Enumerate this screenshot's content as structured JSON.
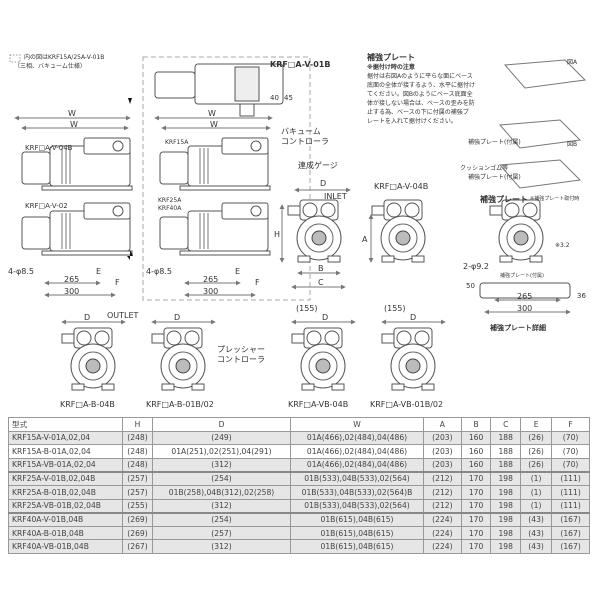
{
  "legend": {
    "line1": "内の図はKRF15A/25A-V-01B",
    "line2": "（三相、バキューム仕様）"
  },
  "labels": {
    "v01b": "KRF□A-V-01B",
    "v04b": "KRF□A-V-04B",
    "v02": "KRF□A-V-02",
    "krf15a": "KRF15A",
    "krf25a": "KRF25A",
    "krf40a": "KRF40A",
    "v04b_front": "KRF□A-V-04B",
    "vacuum_controller_1": "バキューム",
    "vacuum_controller_2": "コントローラ",
    "compound_gauge": "連成ゲージ",
    "inlet": "INLET",
    "outlet": "OUTLET",
    "pressure_controller_1": "プレッシャー",
    "pressure_controller_2": "コントローラ",
    "b04b": "KRF□A-B-04B",
    "b01b02": "KRF□A-B-01B/02",
    "vb04b": "KRF□A-VB-04B",
    "vb01b02": "KRF□A-VB-01B/02"
  },
  "dims": {
    "W": "W",
    "D": "D",
    "H": "H",
    "A": "A",
    "B": "B",
    "C": "C",
    "E": "E",
    "F": "F",
    "d40": "40",
    "d45": "45",
    "hole": "4-φ8.5",
    "d265": "265",
    "d300": "300",
    "d155": "(155)",
    "plate_hole": "2-φ9.2",
    "d50": "50",
    "d36": "36",
    "d3_2": "※3.2"
  },
  "plate_note": {
    "title": "補強プレート",
    "subtitle": "※据付け時の注意",
    "body": [
      "据付は右図Aのように平らな面にベース",
      "底面の全体が接するよう、水平に据付け",
      "てください。図Bのようにベース底面全",
      "体が接しない場合は、ベースの歪みを防",
      "止する為、ベースの下に付属の補強プ",
      "レートを入れて据付けください。"
    ],
    "figA": "図A",
    "figB": "図B",
    "plate_attached": "補強プレート(付属)",
    "cushion": "クッションゴム等",
    "plate_attached2": "補強プレート(付属)",
    "plate_title": "補強プレート",
    "plate_title_note": "※補強プレート取付時",
    "plate_attached3": "補強プレート(付属)",
    "detail": "補強プレート詳細"
  },
  "table": {
    "headers": [
      "型式",
      "H",
      "D",
      "W",
      "A",
      "B",
      "C",
      "E",
      "F"
    ],
    "rows": [
      [
        "KRF15A-V-01A,02,04",
        "(248)",
        "(249)",
        "01A(466),02(484),04(486)",
        "(203)",
        "160",
        "188",
        "(26)",
        "(70)"
      ],
      [
        "KRF15A-B-01A,02,04",
        "(248)",
        "01A(251),02(251),04(291)",
        "01A(466),02(484),04(486)",
        "(203)",
        "160",
        "188",
        "(26)",
        "(70)"
      ],
      [
        "KRF15A-VB-01A,02,04",
        "(248)",
        "(312)",
        "01A(466),02(484),04(486)",
        "(203)",
        "160",
        "188",
        "(26)",
        "(70)"
      ],
      [
        "KRF25A-V-01B,02,04B",
        "(257)",
        "(254)",
        "01B(533),04B(533),02(564)",
        "(212)",
        "170",
        "198",
        "(1)",
        "(111)"
      ],
      [
        "KRF25A-B-01B,02,04B",
        "(257)",
        "01B(258),04B(312),02(258)",
        "01B(533),04B(533),02(564)B",
        "(212)",
        "170",
        "198",
        "(1)",
        "(111)"
      ],
      [
        "KRF25A-VB-01B,02,04B",
        "(255)",
        "(312)",
        "01B(533),04B(533),02(564)",
        "(212)",
        "170",
        "198",
        "(1)",
        "(111)"
      ],
      [
        "KRF40A-V-01B,04B",
        "(269)",
        "(254)",
        "01B(615),04B(615)",
        "(224)",
        "170",
        "198",
        "(43)",
        "(167)"
      ],
      [
        "KRF40A-B-01B,04B",
        "(269)",
        "(257)",
        "01B(615),04B(615)",
        "(224)",
        "170",
        "198",
        "(43)",
        "(167)"
      ],
      [
        "KRF40A-VB-01B,04B",
        "(267)",
        "(312)",
        "01B(615),04B(615)",
        "(224)",
        "170",
        "198",
        "(43)",
        "(167)"
      ]
    ]
  }
}
